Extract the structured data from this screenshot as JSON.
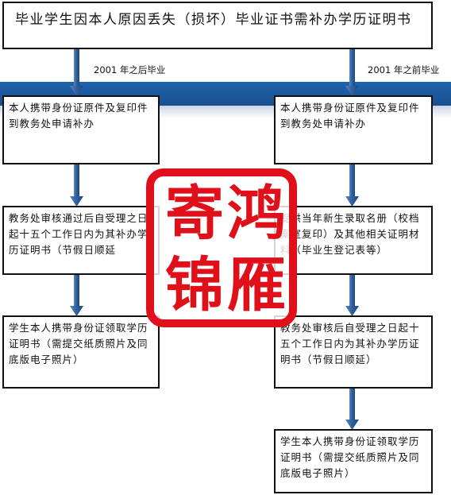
{
  "title": "毕业学生因本人原因丢失（损坏）毕业证书需补办学历证明书",
  "branches": {
    "after_2001": "2001 年之后毕业",
    "before_2001": "2001 年之前毕业"
  },
  "left_steps": [
    "本人携带身份证原件及复印件到教务处申请补办",
    "教务处审核通过后自受理之日起十五个工作日内为其补办学历证明书（节假日顺延",
    "学生本人携带身份证领取学历证明书（需提交纸质照片及同底版电子照片）"
  ],
  "right_steps": [
    "本人携带身份证原件及复印件到教务处申请补办",
    "提供当年新生录取名册（校档案室复印）及其他相关证明材料（毕业生登记表等）",
    "教务处审核后自受理之日起十五个工作日内为其补办学历证明书（节假日顺延）",
    "学生本人携带身份证领取学历证明书（需提交纸质照片及同底版电子照片）"
  ],
  "stamp": {
    "characters": [
      "寄",
      "鸿",
      "锦",
      "雁"
    ],
    "color": "#e0101a"
  },
  "colors": {
    "band": "#1f63ad",
    "arrow": "#2f5f9c",
    "stamp": "#e0101a"
  }
}
